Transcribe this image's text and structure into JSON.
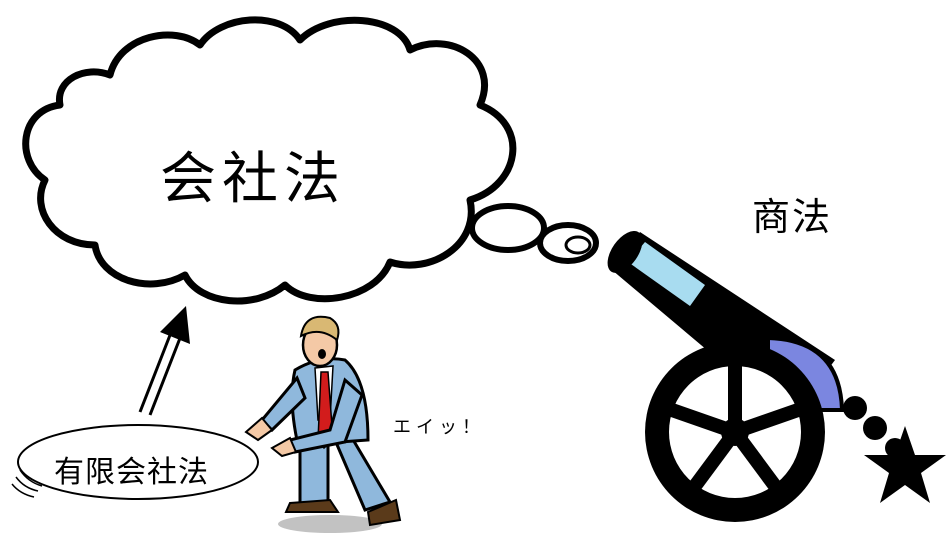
{
  "cloud": {
    "text": "会社法"
  },
  "cannon": {
    "label": "商法"
  },
  "ellipse": {
    "text": "有限会社法"
  },
  "speech": {
    "text": "エイッ！"
  },
  "colors": {
    "outline": "#000000",
    "cannon_body": "#000000",
    "cannon_highlight": "#a8dcf0",
    "cannon_band": "#7b86e0",
    "suit": "#8fb8dc",
    "tie": "#d21c1c",
    "skin": "#f4c9a6",
    "hair": "#d9b873"
  }
}
